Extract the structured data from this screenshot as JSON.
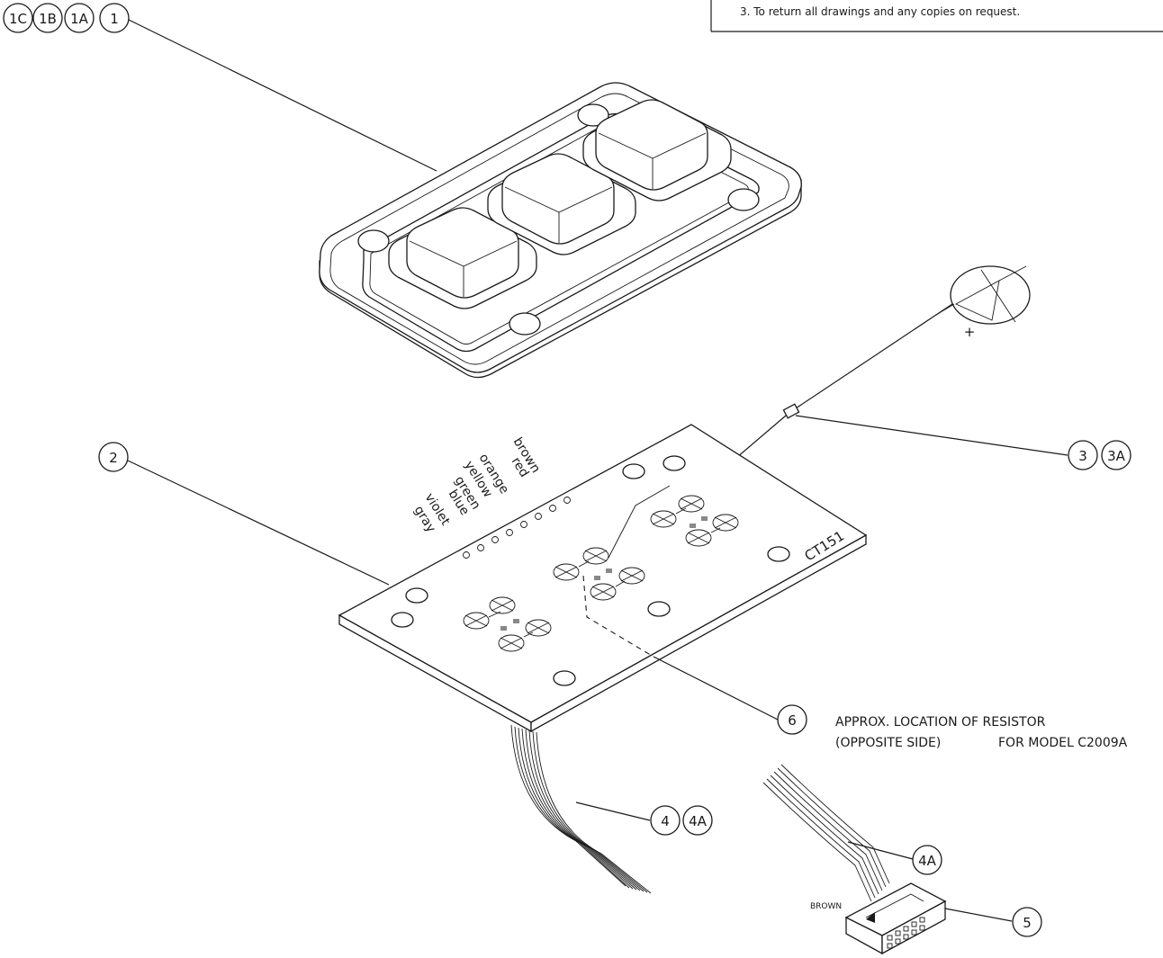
{
  "notes": {
    "line3": "3. To return all drawings and any copies on request."
  },
  "callouts": {
    "c1c": "1C",
    "c1b": "1B",
    "c1a": "1A",
    "c1": "1",
    "c2": "2",
    "c3": "3",
    "c3a": "3A",
    "c4": "4",
    "c4a": "4A",
    "c4a_conn": "4A",
    "c5": "5",
    "c6": "6"
  },
  "wire_colors": [
    "brown",
    "red",
    "orange",
    "yellow",
    "green",
    "blue",
    "violet",
    "gray"
  ],
  "board_label": "CT151",
  "resistor_note": {
    "line1": "APPROX. LOCATION OF RESISTOR",
    "line2a": "(OPPOSITE SIDE)",
    "line2b": "FOR MODEL C2009A"
  },
  "led_plus": "+",
  "connector_label": "BROWN"
}
